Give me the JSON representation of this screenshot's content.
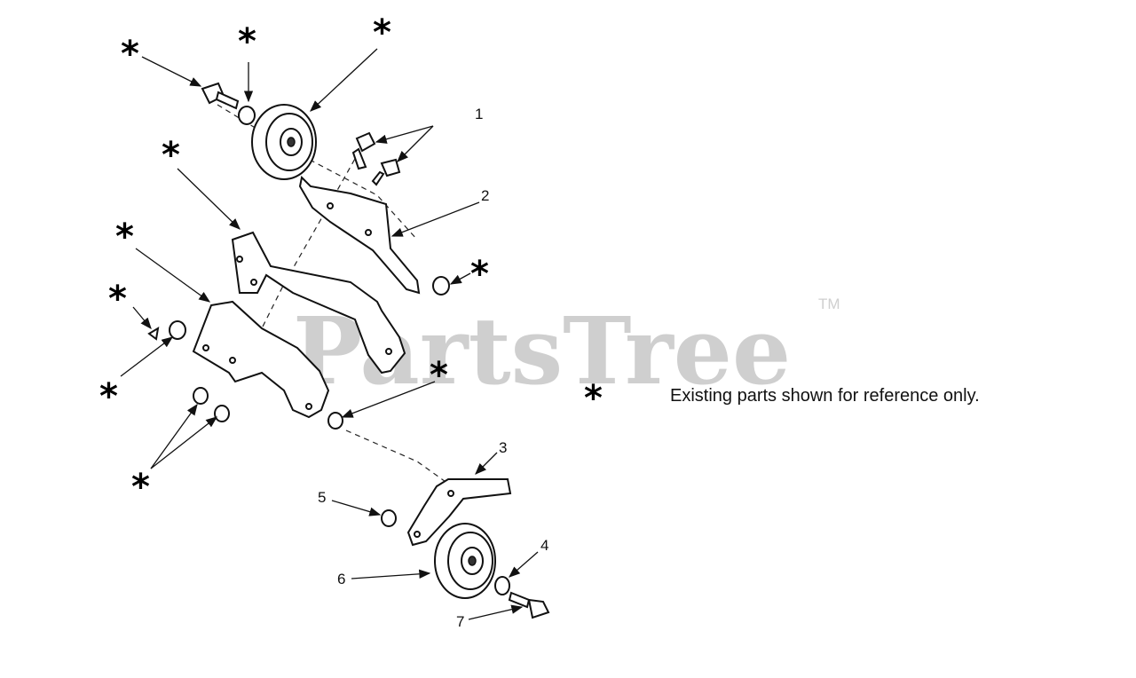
{
  "watermark": {
    "brand": "PartsTree",
    "trademark": "TM"
  },
  "legend": {
    "symbol": "*",
    "text": "Existing parts shown for reference only."
  },
  "callouts": [
    "1",
    "2",
    "3",
    "4",
    "5",
    "6",
    "7"
  ],
  "reference_marker": "*"
}
